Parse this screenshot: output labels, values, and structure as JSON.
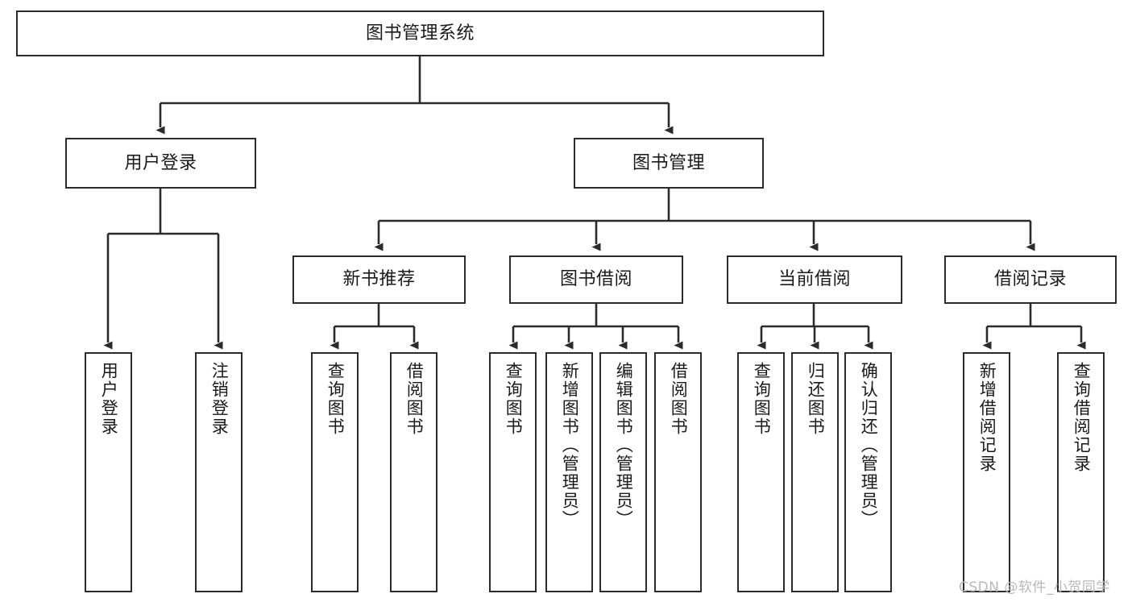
{
  "diagram": {
    "title": "图书管理系统",
    "type": "function-structure-tree",
    "watermark": "CSDN @软件_小贺同学",
    "colors": {
      "box_border": "#2b2b2b",
      "box_fill": "#ffffff",
      "edge": "#2b2b2b",
      "text": "#1a1a1a",
      "watermark": "#b9b9b9"
    },
    "levels": [
      {
        "level": 1,
        "nodes": [
          {
            "id": "root",
            "label": "图书管理系统"
          }
        ]
      },
      {
        "level": 2,
        "nodes": [
          {
            "id": "login",
            "label": "用户登录"
          },
          {
            "id": "bookmgmt",
            "label": "图书管理"
          }
        ]
      },
      {
        "level": 3,
        "nodes": [
          {
            "id": "newbook",
            "label": "新书推荐"
          },
          {
            "id": "borrow",
            "label": "图书借阅"
          },
          {
            "id": "current",
            "label": "当前借阅"
          },
          {
            "id": "record",
            "label": "借阅记录"
          }
        ]
      },
      {
        "level": 4,
        "nodes": [
          {
            "id": "leaf1",
            "label": "用户登录"
          },
          {
            "id": "leaf2",
            "label": "注销登录"
          },
          {
            "id": "leaf3",
            "label": "查询图书"
          },
          {
            "id": "leaf4",
            "label": "借阅图书"
          },
          {
            "id": "leaf5",
            "label": "查询图书"
          },
          {
            "id": "leaf6",
            "label": "新增图书（管理员）"
          },
          {
            "id": "leaf7",
            "label": "编辑图书（管理员）"
          },
          {
            "id": "leaf8",
            "label": "借阅图书"
          },
          {
            "id": "leaf9",
            "label": "查询图书"
          },
          {
            "id": "leaf10",
            "label": "归还图书"
          },
          {
            "id": "leaf11",
            "label": "确认归还（管理员）"
          },
          {
            "id": "leaf12",
            "label": "新增借阅记录"
          },
          {
            "id": "leaf13",
            "label": "查询借阅记录"
          }
        ]
      }
    ]
  }
}
